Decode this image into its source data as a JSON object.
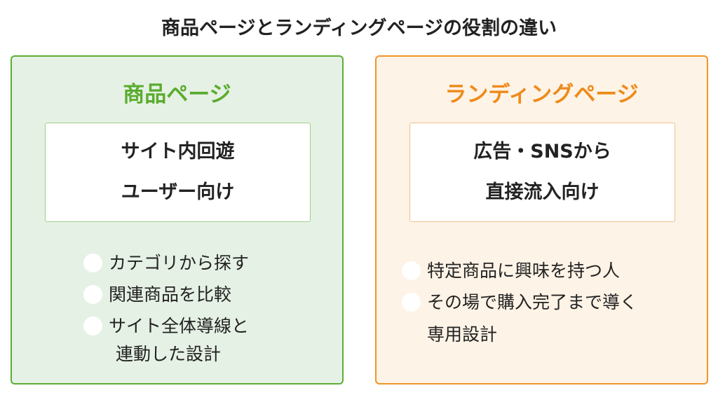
{
  "title": "商品ページとランディングページの役割の違い",
  "left": {
    "heading": "商品ページ",
    "box": [
      "サイト内回遊",
      "ユーザー向け"
    ],
    "bullets": [
      "カテゴリから探す",
      "関連商品を比較",
      "サイト全体導線と"
    ],
    "continuation": "連動した設計",
    "accent": "#5cae34"
  },
  "right": {
    "heading": "ランディングページ",
    "box": [
      "広告・SNSから",
      "直接流入向け"
    ],
    "bullets": [
      "特定商品に興味を持つ人",
      "その場で購入完了まで導く"
    ],
    "continuation": "専用設計",
    "accent": "#f0952a"
  }
}
